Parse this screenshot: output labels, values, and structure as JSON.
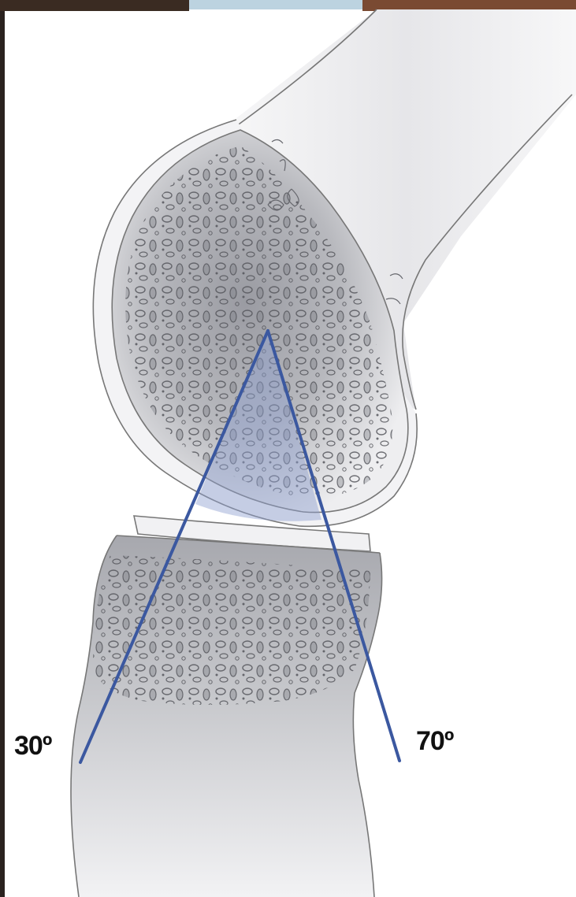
{
  "labels": {
    "left_angle": "30º",
    "right_angle": "70º"
  },
  "colors": {
    "angle_line": "#3b58a0",
    "angle_fill": "#8e9fd0",
    "bone_fill": "#ececee",
    "bone_outline": "#777777",
    "trabecular": "#55565c",
    "frame_left": "#2a221f",
    "frame_top": "#7a4a32"
  },
  "icons": [
    "femur-drawing",
    "tibia-drawing",
    "angle-lines"
  ]
}
